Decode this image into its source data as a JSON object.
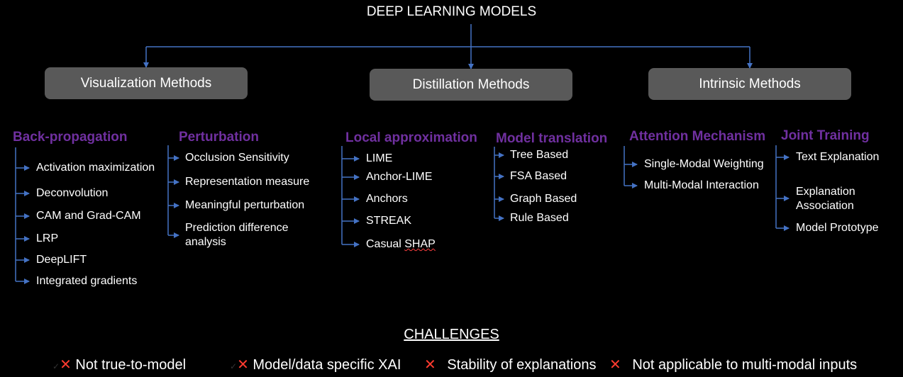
{
  "root": {
    "title": "DEEP LEARNING MODELS"
  },
  "method_boxes": {
    "visualization": "Visualization Methods",
    "distillation": "Distillation Methods",
    "intrinsic": "Intrinsic Methods"
  },
  "categories": {
    "backprop": {
      "title": "Back-propagation",
      "items": [
        "Activation maximization",
        "Deconvolution",
        "CAM and Grad-CAM",
        "LRP",
        "DeepLIFT",
        "Integrated gradients"
      ]
    },
    "perturbation": {
      "title": "Perturbation",
      "items": [
        "Occlusion Sensitivity",
        "Representation measure",
        "Meaningful perturbation",
        "Prediction difference",
        "analysis"
      ]
    },
    "local": {
      "title": "Local approximation",
      "items": [
        "LIME",
        "Anchor-LIME",
        "Anchors",
        "STREAK",
        "Casual ",
        "SHAP"
      ]
    },
    "model_translation": {
      "title": "Model translation",
      "items": [
        "Tree Based",
        "FSA Based",
        "Graph Based",
        "Rule Based"
      ]
    },
    "attention": {
      "title": "Attention Mechanism",
      "items": [
        "Single-Modal Weighting",
        "Multi-Modal Interaction"
      ]
    },
    "joint": {
      "title": "Joint Training",
      "items": [
        "Text Explanation",
        "Explanation",
        "Association",
        "Model Prototype"
      ]
    }
  },
  "challenges": {
    "title": "CHALLENGES",
    "items": [
      "Not true-to-model",
      "Model/data specific XAI",
      "Stability of explanations",
      "Not applicable to multi-modal inputs"
    ],
    "mark": "✕",
    "tick": "✓"
  },
  "colors": {
    "background": "#000000",
    "box": "#595959",
    "category": "#7030a0",
    "connector": "#4472c4",
    "cross": "#ff3b2f"
  }
}
